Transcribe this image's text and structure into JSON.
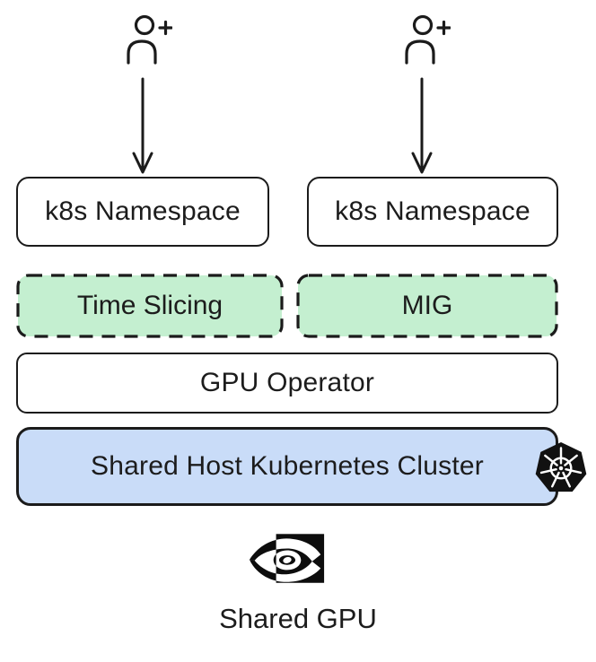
{
  "diagram": {
    "users": [
      {
        "icon": "user-plus-icon"
      },
      {
        "icon": "user-plus-icon"
      }
    ],
    "arrows": [
      {
        "icon": "arrow-down-icon"
      },
      {
        "icon": "arrow-down-icon"
      }
    ],
    "namespace_boxes": [
      {
        "label": "k8s Namespace"
      },
      {
        "label": "k8s Namespace"
      }
    ],
    "gpu_sharing_boxes": [
      {
        "label": "Time Slicing"
      },
      {
        "label": "MIG"
      }
    ],
    "operator_box": {
      "label": "GPU Operator"
    },
    "cluster_box": {
      "label": "Shared Host Kubernetes Cluster",
      "icon": "kubernetes-icon"
    },
    "gpu": {
      "icon": "nvidia-icon",
      "label": "Shared GPU"
    },
    "colors": {
      "sharing_fill": "#c4efd0",
      "cluster_fill": "#c9dcf8",
      "stroke": "#1b1b1b",
      "background": "#ffffff"
    }
  }
}
